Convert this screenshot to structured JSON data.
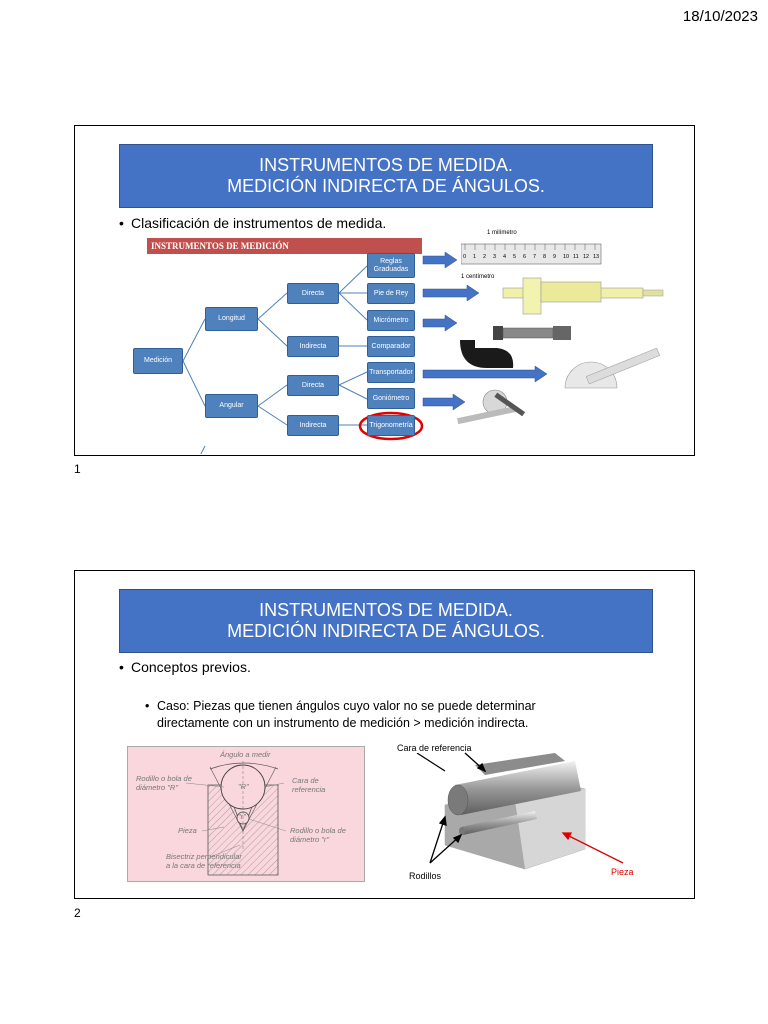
{
  "date": "18/10/2023",
  "slide1": {
    "number": "1",
    "title_line1": "INSTRUMENTOS DE MEDIDA.",
    "title_line2": "MEDICIÓN INDIRECTA DE ÁNGULOS.",
    "bullet": "Clasificación de instrumentos de medida.",
    "tree_header": "INSTRUMENTOS DE MEDICIÓN",
    "nodes": {
      "root": "Medición",
      "longitud": "Longitud",
      "angular": "Angular",
      "directa1": "Directa",
      "indirecta1": "Indirecta",
      "directa2": "Directa",
      "indirecta2": "Indirecta",
      "reglas_1": "Reglas",
      "reglas_2": "Graduadas",
      "pie_de_rey": "Pie de Rey",
      "micrometro": "Micrómetro",
      "comparador": "Comparador",
      "transportador": "Transportador",
      "goniometro": "Goniómetro",
      "trigonometria": "Trigonometría"
    },
    "ruler": {
      "label_mm": "1 milímetro",
      "label_cm": "1 centímetro",
      "ticks": [
        "0",
        "1",
        "2",
        "3",
        "4",
        "5",
        "6",
        "7",
        "8",
        "9",
        "10",
        "11",
        "12",
        "13"
      ]
    }
  },
  "slide2": {
    "number": "2",
    "title_line1": "INSTRUMENTOS DE MEDIDA.",
    "title_line2": "MEDICIÓN INDIRECTA DE ÁNGULOS.",
    "bullet": "Conceptos previos.",
    "sub_bullet_line1": "Caso: Piezas que tienen ángulos cuyo valor no se puede determinar",
    "sub_bullet_line2": "directamente con un instrumento de medición > medición indirecta.",
    "figure_labels": {
      "angulo": "Ángulo a medir",
      "rodillo_R_1": "Rodillo o bola de",
      "rodillo_R_2": "diámetro \"R\"",
      "cara_1": "Cara de",
      "cara_2": "referencia",
      "pieza": "Pieza",
      "rodillo_r_1": "Rodillo o bola de",
      "rodillo_r_2": "diámetro \"r\"",
      "bisectriz_1": "Bisectriz perpendicular",
      "bisectriz_2": "a la cara de referencia",
      "R": "\"R\"",
      "r": "\"r\""
    },
    "photo_labels": {
      "cara": "Cara de referencia",
      "rodillos": "Rodillos",
      "pieza": "Pieza"
    }
  },
  "colors": {
    "title_bg": "#4472C4",
    "node_bg": "#4f81bd",
    "tree_header_bg": "#c0504d",
    "highlight_ring": "#e00000",
    "figure_bg": "#f9d7dc",
    "pieza_label": "#e00000"
  }
}
